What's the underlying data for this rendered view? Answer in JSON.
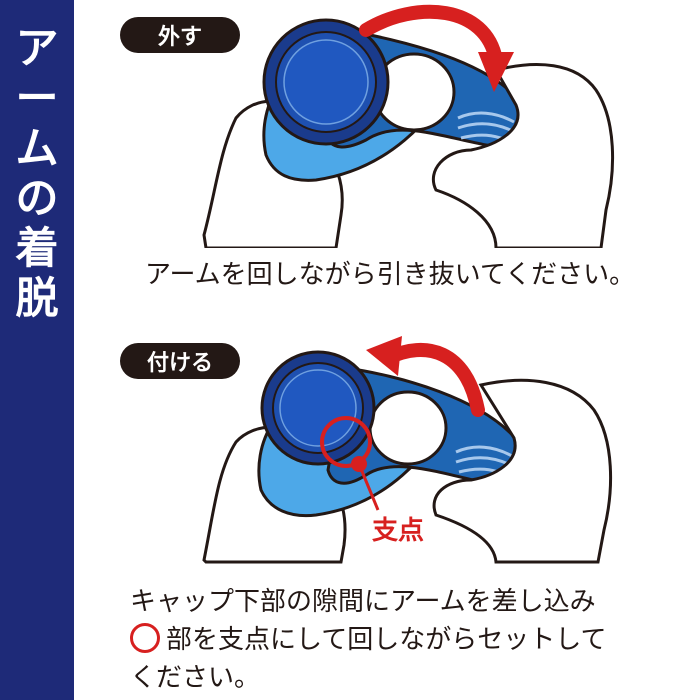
{
  "sidebar": {
    "title_chars": [
      "ア",
      "ー",
      "ム",
      "の",
      "着",
      "脱"
    ]
  },
  "remove": {
    "label": "外す",
    "instruction": "アームを回しながら引き抜いてください。"
  },
  "attach": {
    "label": "付ける",
    "fulcrum_label": "支点",
    "instruction_line1": "キャップ下部の隙間にアームを差し込み",
    "instruction_line2": "部を支点にして回しながらセットして",
    "instruction_line3": "ください。"
  },
  "colors": {
    "sidebar": "#1e2a78",
    "accent_red": "#d7201f",
    "arm_blue": "#1f66b3",
    "bottle_light_blue": "#4da8e8",
    "cap_navy": "#1a3b8c",
    "text": "#231815"
  }
}
